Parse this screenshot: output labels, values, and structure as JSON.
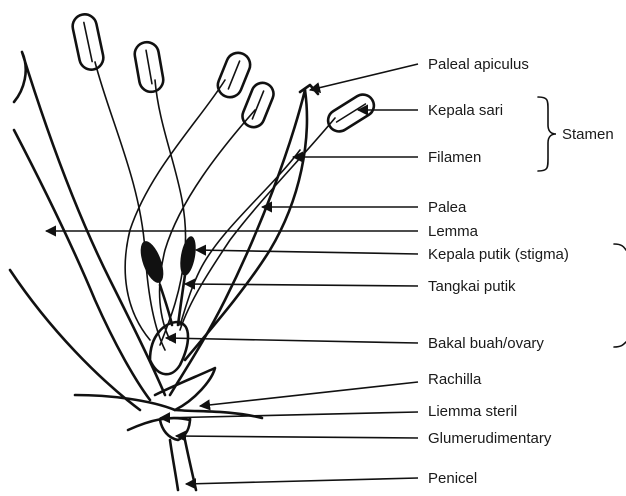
{
  "labels": {
    "paleal_apiculus": "Paleal apiculus",
    "kepala_sari": "Kepala sari",
    "stamen": "Stamen",
    "filamen": "Filamen",
    "palea": "Palea",
    "lemma": "Lemma",
    "kepala_putik": "Kepala putik (stigma)",
    "tangkai_putik": "Tangkai putik",
    "bakal_buah": "Bakal buah/ovary",
    "rachilla": "Rachilla",
    "liemma_steril": "Liemma steril",
    "glumerudimentary": "Glumerudimentary",
    "penicel": "Penicel"
  }
}
